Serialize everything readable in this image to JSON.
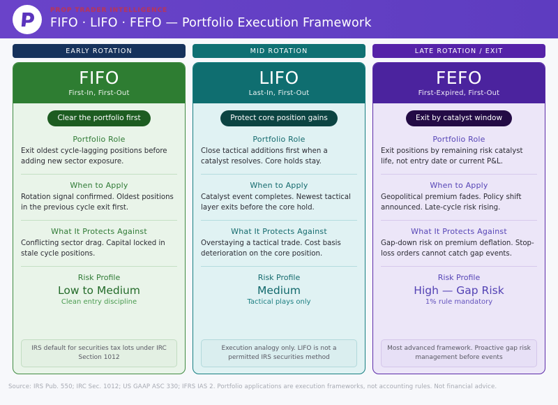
{
  "header": {
    "logo_icon": "prop-trader-p-logo",
    "eyebrow": "PROP TRADER INTELLIGENCE",
    "title": "FIFO · LIFO · FEFO — Portfolio Execution Framework",
    "background_color": "#6340c4",
    "eyebrow_color": "#b4365f"
  },
  "columns": [
    {
      "stage": "EARLY ROTATION",
      "stage_color": "#16325c",
      "title": "FIFO",
      "subtitle": "First-In, First-Out",
      "accent_color": "#2e7d32",
      "pill": "Clear the portfolio first",
      "sections": [
        {
          "heading": "Portfolio Role",
          "body": "Exit oldest cycle-lagging positions before adding new sector exposure."
        },
        {
          "heading": "When to Apply",
          "body": "Rotation signal confirmed. Oldest positions in the previous cycle exit first."
        },
        {
          "heading": "What It Protects Against",
          "body": "Conflicting sector drag. Capital locked in stale cycle positions."
        }
      ],
      "risk_label": "Risk Profile",
      "risk_value": "Low to Medium",
      "risk_note": "Clean entry discipline",
      "note": "IRS default for securities tax lots under IRC Section 1012"
    },
    {
      "stage": "MID ROTATION",
      "stage_color": "#0f7073",
      "title": "LIFO",
      "subtitle": "Last-In, First-Out",
      "accent_color": "#0f6e70",
      "pill": "Protect core position gains",
      "sections": [
        {
          "heading": "Portfolio Role",
          "body": "Close tactical additions first when a catalyst resolves. Core holds stay."
        },
        {
          "heading": "When to Apply",
          "body": "Catalyst event completes. Newest tactical layer exits before the core hold."
        },
        {
          "heading": "What It Protects Against",
          "body": "Overstaying a tactical trade. Cost basis deterioration on the core position."
        }
      ],
      "risk_label": "Risk Profile",
      "risk_value": "Medium",
      "risk_note": "Tactical plays only",
      "note": "Execution analogy only. LIFO is not a permitted IRS securities method"
    },
    {
      "stage": "LATE ROTATION / EXIT",
      "stage_color": "#5522a8",
      "title": "FEFO",
      "subtitle": "First-Expired, First-Out",
      "accent_color": "#4b239e",
      "pill": "Exit by catalyst window",
      "sections": [
        {
          "heading": "Portfolio Role",
          "body": "Exit positions by remaining risk catalyst life, not entry date or current P&L."
        },
        {
          "heading": "When to Apply",
          "body": "Geopolitical premium fades. Policy shift announced. Late-cycle risk rising."
        },
        {
          "heading": "What It Protects Against",
          "body": "Gap-down risk on premium deflation. Stop-loss orders cannot catch gap events."
        }
      ],
      "risk_label": "Risk Profile",
      "risk_value": "High — Gap Risk",
      "risk_note": "1% rule mandatory",
      "note": "Most advanced framework. Proactive gap risk management before events"
    }
  ],
  "footer": {
    "source": "Source: IRS Pub. 550; IRC Sec. 1012; US GAAP ASC 330; IFRS IAS 2. Portfolio applications are execution frameworks, not accounting rules. Not financial advice."
  }
}
